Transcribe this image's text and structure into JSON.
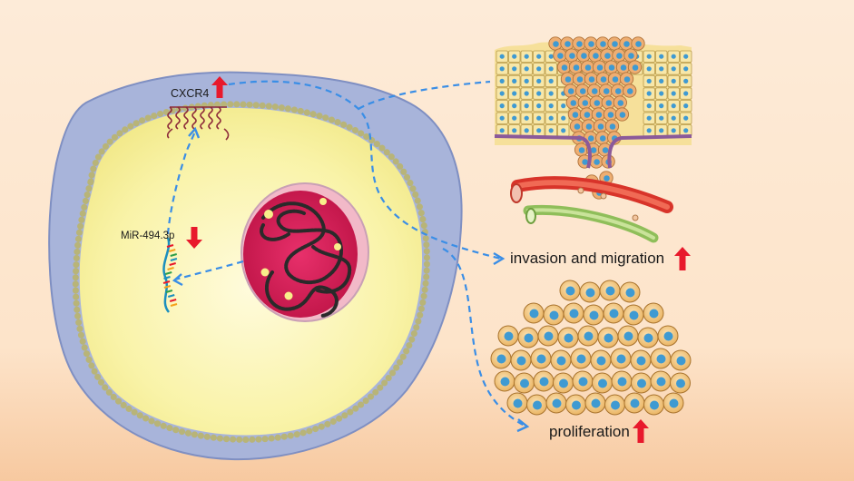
{
  "labels": {
    "cxcr4": "CXCR4",
    "mirna": "MiR-494.3p",
    "invasion": "invasion and migration",
    "proliferation": "proliferation"
  },
  "indicators": {
    "cxcr4": "up",
    "mirna": "down",
    "invasion": "up",
    "proliferation": "up"
  },
  "colors": {
    "arrow_up_down": "#e8192c",
    "dashed_path": "#3a8ee6",
    "cytoplasm": "#f8f3a6",
    "membrane_outer": "#a9b6dc",
    "nucleus": "#d6205a",
    "cell_body": "#f4c888",
    "cell_nucleus": "#3f9ad2"
  },
  "icons": {
    "cell": "cancer-cell",
    "nucleus": "nucleus-with-chromatin",
    "receptor": "cxcr4-receptor",
    "mirna": "mirna-strand",
    "tissue": "epithelial-invasion-tissue",
    "vessels": "blood-and-lymph-vessels",
    "cluster": "proliferating-cell-cluster"
  }
}
